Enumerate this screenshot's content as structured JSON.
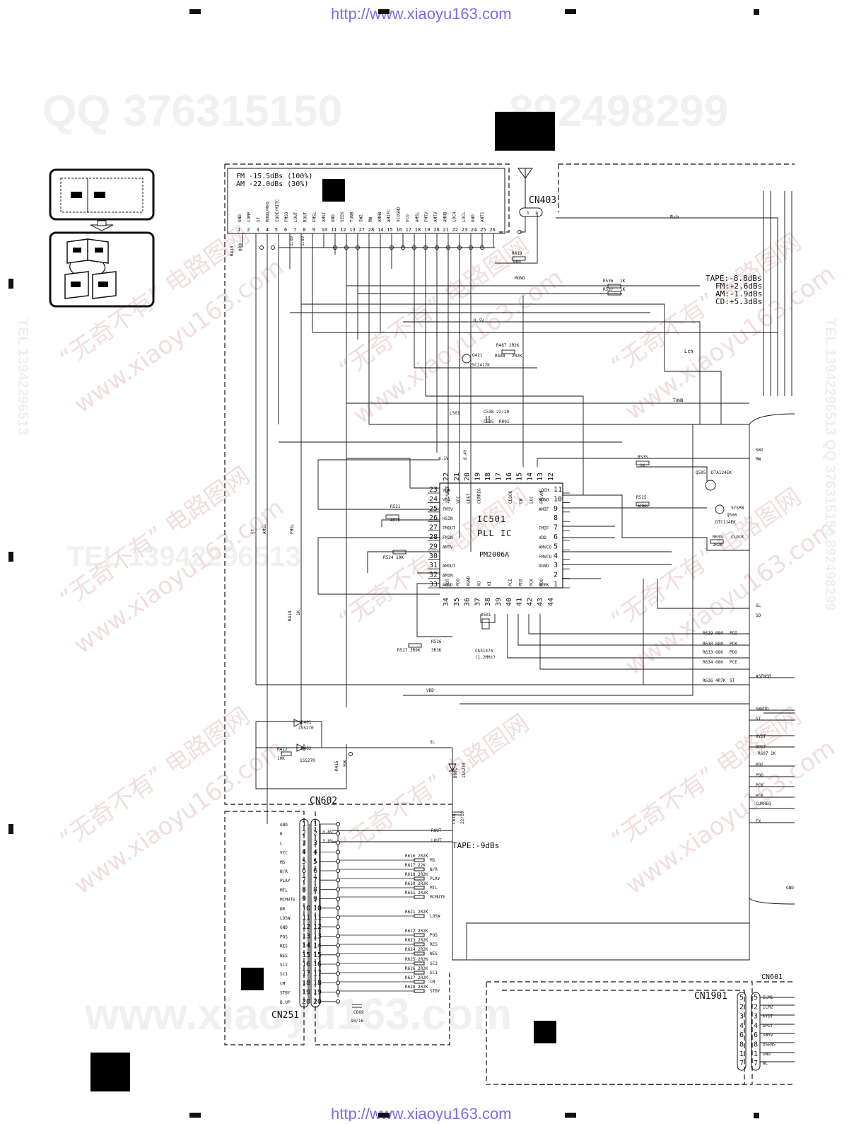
{
  "header_url": "http://www.xiaoyu163.com",
  "footer_url": "http://www.xiaoyu163.com",
  "watermarks": {
    "qq": "QQ 376315150",
    "num": "892498299",
    "tel": "TEL 13942296513",
    "cn_brand": "“无奇不有” 电路图网",
    "www": "www.xiaoyu163.com",
    "side_right": "TEL 13942296513  QQ 376315150  892498299",
    "side_left": "TEL 13942296513"
  },
  "notes": {
    "fm_level": "FM -15.5dBs (100%)",
    "am_level": "AM -22.0dBs (30%)",
    "tape_level": "TAPE:-8.8dBs",
    "fm_level2": "FM:+2.6dBs",
    "am_level2": "AM:-1.9dBs",
    "cd_level": "CD:+5.3dBs",
    "tape_out": "TAPE:-9dBs"
  },
  "ic": {
    "ref": "IC501",
    "name": "PLL IC",
    "part": "PM2006A"
  },
  "connectors": {
    "cn403": "CN403",
    "cn602": "CN602",
    "cn251": "CN251",
    "cn1901": "CN1901",
    "cn601": "CN601"
  },
  "tuner_pins": [
    {
      "no": "1",
      "name": "GND"
    },
    {
      "no": "2",
      "name": "COMP"
    },
    {
      "no": "3",
      "name": "ST"
    },
    {
      "no": "4",
      "name": "MONO/REQ"
    },
    {
      "no": "5",
      "name": "IQOI/MITC"
    },
    {
      "no": "6",
      "name": "FMSO"
    },
    {
      "no": "7",
      "name": "LOUT"
    },
    {
      "no": "8",
      "name": "ROUT"
    },
    {
      "no": "9",
      "name": "FMSL"
    },
    {
      "no": "10",
      "name": "AMST"
    },
    {
      "no": "11",
      "name": "GND"
    },
    {
      "no": "12",
      "name": "SEEK"
    },
    {
      "no": "13",
      "name": "TUNB"
    },
    {
      "no": "27",
      "name": "SW2"
    },
    {
      "no": "28",
      "name": "MW"
    },
    {
      "no": "14",
      "name": "AMHB"
    },
    {
      "no": "15",
      "name": "AMIFC"
    },
    {
      "no": "16",
      "name": "VCOGND"
    },
    {
      "no": "17",
      "name": "VCO"
    },
    {
      "no": "18",
      "name": "AMSL"
    },
    {
      "no": "19",
      "name": "FMTV"
    },
    {
      "no": "20",
      "name": "AMTV"
    },
    {
      "no": "21",
      "name": "AMHB"
    },
    {
      "no": "22",
      "name": "LOCH"
    },
    {
      "no": "23",
      "name": "LOCL"
    },
    {
      "no": "24",
      "name": "GND"
    },
    {
      "no": "25",
      "name": "ANT1"
    },
    {
      "no": "26",
      "name": ""
    }
  ],
  "ic_left_pins": [
    {
      "no": "23",
      "name": "VDA"
    },
    {
      "no": "24",
      "name": "VDA"
    },
    {
      "no": "25",
      "name": "FMTV"
    },
    {
      "no": "26",
      "name": "HSIN"
    },
    {
      "no": "27",
      "name": "FMOUT"
    },
    {
      "no": "28",
      "name": "FMIN"
    },
    {
      "no": "29",
      "name": "AMTV"
    },
    {
      "no": "30",
      "name": ""
    },
    {
      "no": "31",
      "name": "AMOUT"
    },
    {
      "no": "32",
      "name": "AMIN"
    },
    {
      "no": "33",
      "name": "AGND"
    }
  ],
  "ic_right_pins": [
    {
      "no": "11",
      "name": "LOCH"
    },
    {
      "no": "10",
      "name": "MONO"
    },
    {
      "no": "9",
      "name": "AMIF"
    },
    {
      "no": "8",
      "name": ""
    },
    {
      "no": "7",
      "name": "FMIF"
    },
    {
      "no": "6",
      "name": "VDD"
    },
    {
      "no": "5",
      "name": "AMVCO"
    },
    {
      "no": "4",
      "name": "FMVCO"
    },
    {
      "no": "3",
      "name": "DGND"
    },
    {
      "no": "2",
      "name": ""
    },
    {
      "no": "1",
      "name": "SEEK"
    }
  ],
  "ic_top_pins": [
    {
      "no": "22",
      "name": "1/2VREF"
    },
    {
      "no": "21",
      "name": "VCC"
    },
    {
      "no": "20",
      "name": "LDET"
    },
    {
      "no": "19",
      "name": "CURREG"
    },
    {
      "no": "18",
      "name": ""
    },
    {
      "no": "17",
      "name": ""
    },
    {
      "no": "16",
      "name": "CLOCK"
    },
    {
      "no": "15",
      "name": "LW"
    },
    {
      "no": "14",
      "name": "LOC"
    },
    {
      "no": "13",
      "name": "FM/AM"
    },
    {
      "no": "12",
      "name": ""
    }
  ],
  "ic_bottom_pins": [
    {
      "no": "34",
      "name": "POT"
    },
    {
      "no": "35",
      "name": "PDO"
    },
    {
      "no": "36",
      "name": "XGND"
    },
    {
      "no": "37",
      "name": "XO"
    },
    {
      "no": "38",
      "name": "XI"
    },
    {
      "no": "39",
      "name": ""
    },
    {
      "no": "40",
      "name": "PCE"
    },
    {
      "no": "41",
      "name": "PDI"
    },
    {
      "no": "42",
      "name": "PCK"
    },
    {
      "no": "43",
      "name": "PDO"
    },
    {
      "no": "44",
      "name": ""
    }
  ],
  "cn251_pins": [
    "GND",
    "R",
    "L",
    "VCC",
    "MS",
    "N/R",
    "PLAY",
    "MTL",
    "MCMUTE",
    "NR",
    "LOSW",
    "GND",
    "POS",
    "RES",
    "NES",
    "SC2",
    "SC1",
    "CM",
    "STBY",
    "B.UP"
  ],
  "cn602_resistors": [
    {
      "ref": "R616 2R2K",
      "sig": "MS"
    },
    {
      "ref": "R617 22K",
      "sig": "N/R"
    },
    {
      "ref": "R618 2R2K",
      "sig": "PLAY"
    },
    {
      "ref": "R619 2R2K",
      "sig": "MTL"
    },
    {
      "ref": "R651 2R2K",
      "sig": "MCMUTE"
    },
    {
      "ref": "R621 2R2K",
      "sig": "LOSW"
    },
    {
      "ref": "R622 2R2K",
      "sig": "POS"
    },
    {
      "ref": "R623 2R2K",
      "sig": "RES"
    },
    {
      "ref": "R624 2R2K",
      "sig": "NES"
    },
    {
      "ref": "R625 2R2K",
      "sig": "SC2"
    },
    {
      "ref": "R626 2R2K",
      "sig": "SC1"
    },
    {
      "ref": "R627 2R2K",
      "sig": "CM"
    },
    {
      "ref": "R628 2R2K",
      "sig": "STBY"
    }
  ],
  "right_signals": [
    {
      "ref": "R629 680",
      "sig": "PDI"
    },
    {
      "ref": "R630 680",
      "sig": "PCK"
    },
    {
      "ref": "R633 680",
      "sig": "PDO"
    },
    {
      "ref": "R634 680",
      "sig": "PCE"
    },
    {
      "ref": "R636 4R7K",
      "sig": "ST"
    }
  ],
  "bus_labels": [
    "SW2",
    "MW",
    "SL",
    "SD",
    "ASENSB",
    "SWVDD",
    "ST",
    "KYDT",
    "DPDT",
    "PDI",
    "PDO",
    "PCK",
    "PCE",
    "CURREQ",
    "TX",
    "GND"
  ],
  "cn1901_pins": [
    "5",
    "2",
    "3",
    "4",
    "6",
    "8",
    "1",
    "7"
  ],
  "cn601_pins": [
    {
      "no": "5",
      "name": "ILM1"
    },
    {
      "no": "2",
      "name": "ILM2"
    },
    {
      "no": "3",
      "name": "KYDT"
    },
    {
      "no": "4",
      "name": "DPDT"
    },
    {
      "no": "6",
      "name": "SW5V"
    },
    {
      "no": "8",
      "name": "DSENS"
    },
    {
      "no": "1",
      "name": "GND"
    },
    {
      "no": "7",
      "name": "NC"
    }
  ],
  "misc_labels": {
    "rch": "Rch",
    "lch": "Lch",
    "mono": "MONO",
    "tunb": "TUNB",
    "v85": "8.5V",
    "st": "ST",
    "amsl": "AMSL",
    "fmsl": "FMSL",
    "vdd": "VDD",
    "sl": "SL",
    "sysp": "SYSPW",
    "clock": "CLOCK",
    "rout": "ROUT",
    "lout": "LOUT",
    "v41": "4.1V",
    "v84": "8.4V",
    "v18a": "1.8V",
    "v18b": "1.8V",
    "v38a": "3.8V",
    "v38b": "3.8V",
    "q421": "Q421",
    "q421p": "2SC2412K",
    "q505": "Q505",
    "q505p": "DTA124EK",
    "q506": "Q506",
    "q506p": "DTC114EK",
    "x501": "X501",
    "x501p": "CSS1474",
    "x501f": "(1.2MHz)",
    "d401": "D401",
    "d401p": "1SS270",
    "d402": "D402",
    "d402p": "1SS270",
    "d601": "D601",
    "d601p": "1SS270",
    "l501": "L501",
    "c689": "C689",
    "c689v": "10/16",
    "c618": "C618",
    "c618v": "22/10",
    "r419": "R419",
    "r419v": "0R0",
    "r536": "R536",
    "r536v": "1K",
    "r537": "R537",
    "r537v": "1K",
    "r535": "R535",
    "r535v": "1K",
    "r515": "R515",
    "r515v": "5R6K",
    "r635": "R635",
    "r635v": "2R2K",
    "r607": "R607 1K",
    "r487": "R487 2R2K",
    "r488": "R488",
    "r488v": "2R2K",
    "r521": "R521",
    "r521v": "4R7K",
    "r524": "R524 10K",
    "r527": "R527 3R9K",
    "r526": "R526",
    "r526v": "3R3K",
    "r412": "R412",
    "r412v": "10K",
    "r418": "R418",
    "r418v": "1K",
    "r413": "R413",
    "r413v": "0R0",
    "r415": "R415",
    "r415v": "39K",
    "c515": "C515",
    "r001": "R001",
    "c538": "C538 22/10",
    "gnd_r": "GND"
  }
}
